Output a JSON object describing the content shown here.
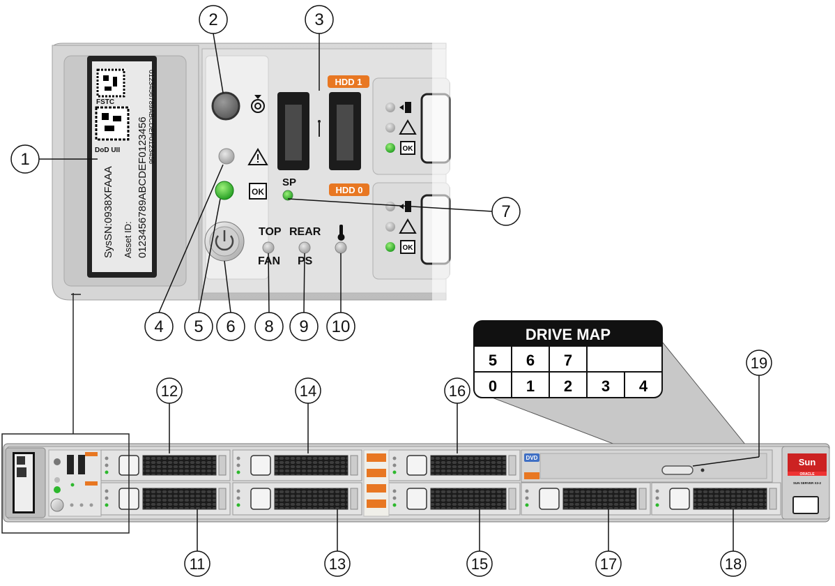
{
  "callouts": [
    "1",
    "2",
    "3",
    "4",
    "5",
    "6",
    "7",
    "8",
    "9",
    "10",
    "11",
    "12",
    "13",
    "14",
    "15",
    "16",
    "17",
    "18",
    "19"
  ],
  "panel": {
    "hdd1": "HDD 1",
    "hdd0": "HDD 0",
    "sp": "SP",
    "top": "TOP",
    "fan": "FAN",
    "rear": "REAR",
    "ps": "PS",
    "ok": "OK"
  },
  "tag": {
    "fstc": "FSTC",
    "dod": "DoD UII",
    "syssn": "SysSN:0938XFAAA",
    "asset_label": "Asset ID:",
    "asset_id": "0123456789ABCDEF0123456"
  },
  "drive_map": {
    "title": "DRIVE MAP",
    "row_top": [
      "5",
      "6",
      "7",
      "",
      ""
    ],
    "row_bottom": [
      "0",
      "1",
      "2",
      "3",
      "4"
    ]
  },
  "chassis": {
    "dvd": "DVD",
    "brand": "Sun",
    "oracle": "ORACLE",
    "model": "SUN SERVER X3-2"
  }
}
